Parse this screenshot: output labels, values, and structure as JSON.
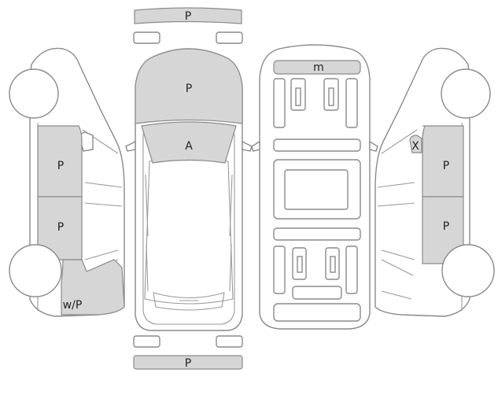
{
  "marks": {
    "front_bumper": "P",
    "hood": "P",
    "windshield": "A",
    "roof_rail": "m",
    "left_front_door": "P",
    "left_rear_door": "P",
    "left_rear_quarter": "w/P",
    "right_front_fender_mirror": "X",
    "right_front_door": "P",
    "right_rear_door": "P",
    "rear_bumper": "P"
  },
  "colors": {
    "outline": "#8a8a8a",
    "damaged_panel_fill": "#d6d6d6",
    "label_text": "#222222"
  }
}
